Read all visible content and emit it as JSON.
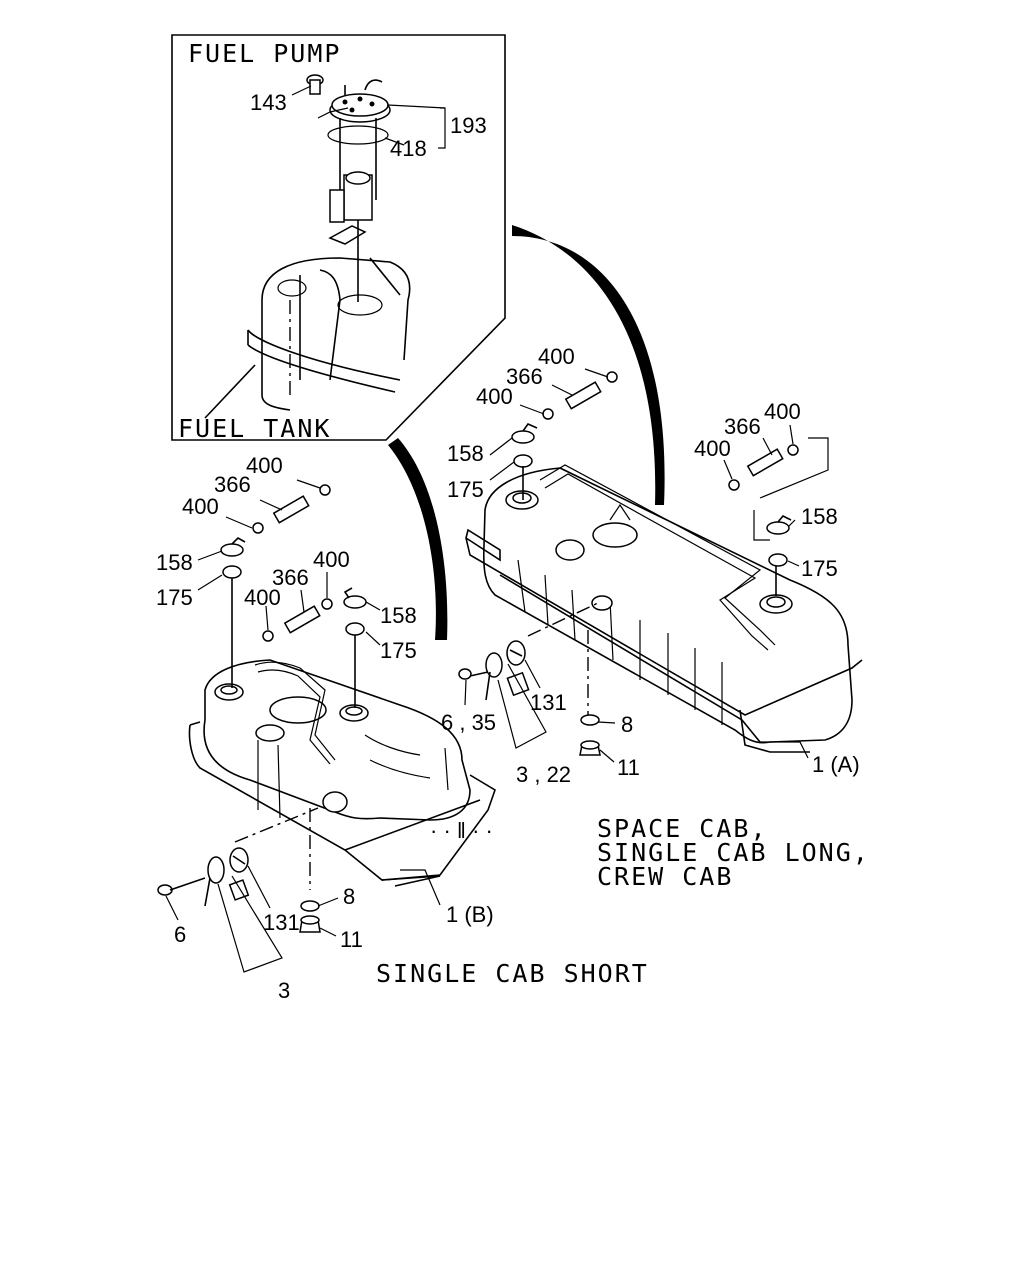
{
  "inset": {
    "title_top": "FUEL PUMP",
    "title_bottom": "FUEL TANK",
    "labels": {
      "l143": "143",
      "l193": "193",
      "l418": "418"
    }
  },
  "right_assembly": {
    "labels": {
      "l400a": "400",
      "l366a": "366",
      "l400b": "400",
      "l158a": "158",
      "l175a": "175",
      "l366b": "366",
      "l400c": "400",
      "l400d": "400",
      "l158b": "158",
      "l175b": "175",
      "l131": "131",
      "l635": "6 , 35",
      "l8": "8",
      "l322": "3 , 22",
      "l11": "11",
      "l1a": "1 (A)"
    },
    "caption_lines": [
      "SPACE CAB,",
      "SINGLE CAB LONG,",
      "CREW CAB"
    ]
  },
  "left_assembly": {
    "labels": {
      "l400a": "400",
      "l366a": "366",
      "l400b": "400",
      "l158a": "158",
      "l175a": "175",
      "l366b": "366",
      "l400c": "400",
      "l400d": "400",
      "l158b": "158",
      "l175b": "175",
      "l131": "131",
      "l6": "6",
      "l8": "8",
      "l3": "3",
      "l11": "11",
      "l1b": "1 (B)"
    },
    "caption": "SINGLE CAB SHORT"
  }
}
